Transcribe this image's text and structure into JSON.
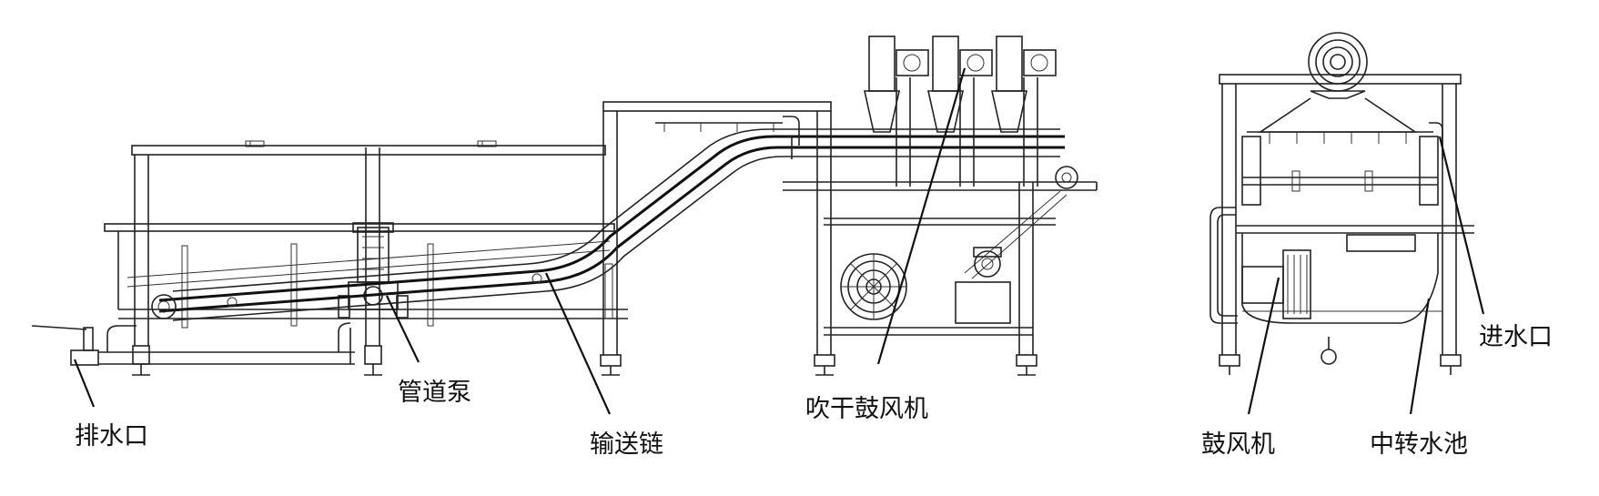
{
  "labels": {
    "drain_outlet": "排水口",
    "pipeline_pump": "管道泵",
    "conveyor_chain": "输送链",
    "drying_blower": "吹干鼓风机",
    "blower": "鼓风机",
    "transfer_tank": "中转水池",
    "water_inlet": "进水口"
  },
  "colors": {
    "line": "#222222",
    "background": "#ffffff"
  }
}
